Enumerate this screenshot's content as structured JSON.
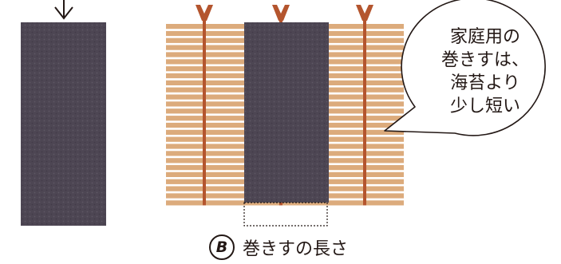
{
  "speech_bubble": {
    "lines": [
      "家庭用の",
      "巻きすは、",
      "海苔より",
      "少し短い"
    ]
  },
  "caption": {
    "badge": "B",
    "text": "巻きすの長さ"
  },
  "colors": {
    "nori": "#4d4653",
    "mat_slat": "#dcab7c",
    "mat_string": "#b4552e",
    "outline": "#231815"
  },
  "icons": {
    "left_marker": "down-arrow-icon",
    "mat_markers": "v-notch-icon"
  }
}
